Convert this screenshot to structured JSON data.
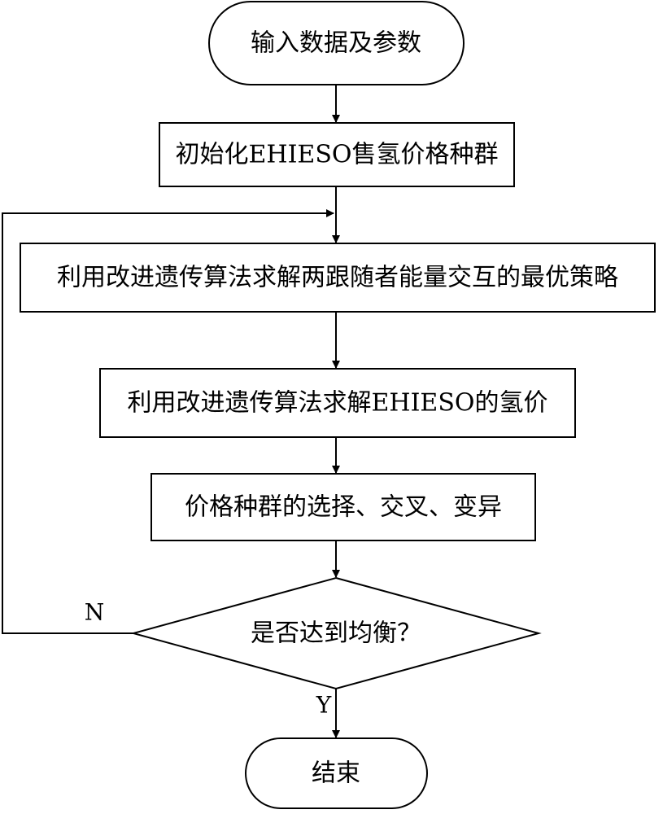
{
  "nodes": {
    "start": "输入数据及参数",
    "init": "初始化EHIESO售氢价格种群",
    "solve_followers": "利用改进遗传算法求解两跟随者能量交互的最优策略",
    "solve_price": "利用改进遗传算法求解EHIESO的氢价",
    "genetic_ops": "价格种群的选择、交叉、变异",
    "decision": "是否达到均衡？",
    "end": "结束"
  },
  "branches": {
    "no": "N",
    "yes": "Y"
  }
}
